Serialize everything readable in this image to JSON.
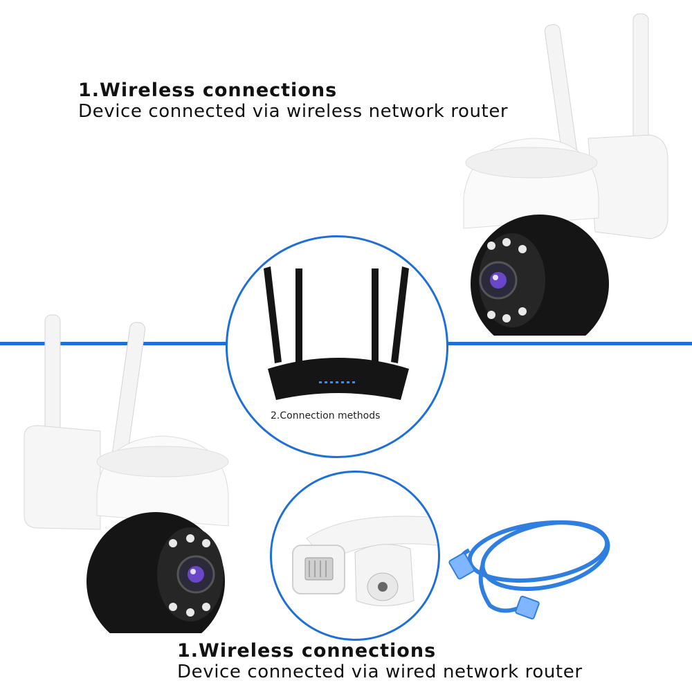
{
  "top_caption": {
    "title": "1.Wireless connections",
    "subtitle": "Device connected via wireless network router"
  },
  "center_circle": {
    "label": "2.Connection methods"
  },
  "bottom_caption": {
    "title": "1.Wireless connections",
    "subtitle": "Device connected via wired network router"
  },
  "colors": {
    "accent_line": "#1e6fd8",
    "cable": "#2f7fe0",
    "camera_body": "#f2f2f2",
    "camera_dome": "#151515"
  },
  "icons": [
    "ptz-camera",
    "wireless-router",
    "ethernet-connector",
    "ethernet-cable"
  ]
}
